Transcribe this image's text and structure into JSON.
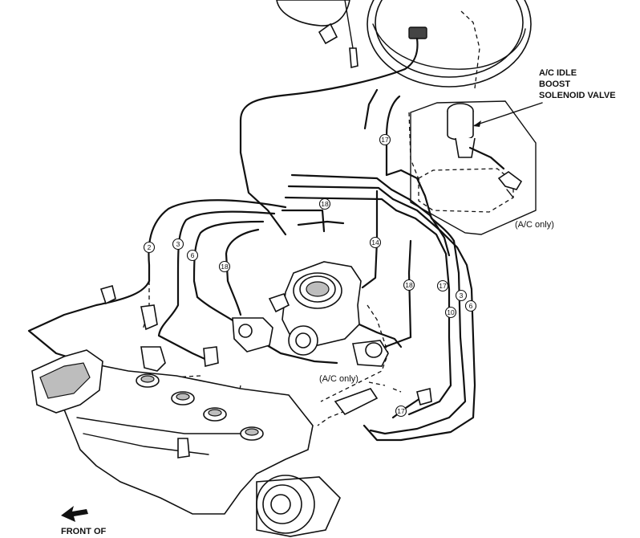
{
  "labels": {
    "solenoid_line1": "A/C IDLE",
    "solenoid_line2": "BOOST",
    "solenoid_line3": "SOLENOID VALVE",
    "ac_only_right": "(A/C only)",
    "ac_only_center": "(A/C only)",
    "front_of": "FRONT OF"
  },
  "hose_numbers": [
    "2",
    "3",
    "6",
    "18",
    "18",
    "14",
    "17",
    "17",
    "18",
    "10",
    "3",
    "6",
    "17"
  ],
  "colors": {
    "ink": "#111111",
    "paper": "#ffffff"
  }
}
